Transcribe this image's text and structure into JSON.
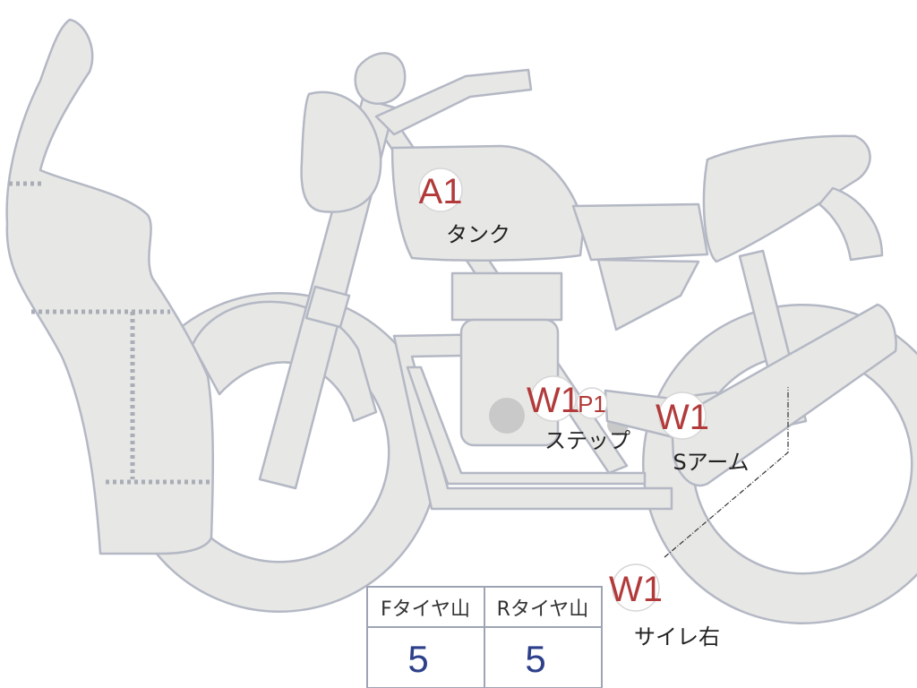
{
  "colors": {
    "part_fill": "#e7e7e5",
    "part_outline": "#b4b8c4",
    "damage_code": "#b23a3a",
    "tread_value": "#2c3f8a"
  },
  "marks": [
    {
      "code": "A1",
      "label": "タンク"
    },
    {
      "code": "W1",
      "label": ""
    },
    {
      "code": "P1",
      "label": "ステップ"
    },
    {
      "code": "W1",
      "label": "Sアーム"
    },
    {
      "code": "W1",
      "label": "サイレ右"
    }
  ],
  "tire_table": {
    "headers": [
      "Fタイヤ山",
      "Rタイヤ山"
    ],
    "values": [
      "5",
      "5"
    ]
  }
}
